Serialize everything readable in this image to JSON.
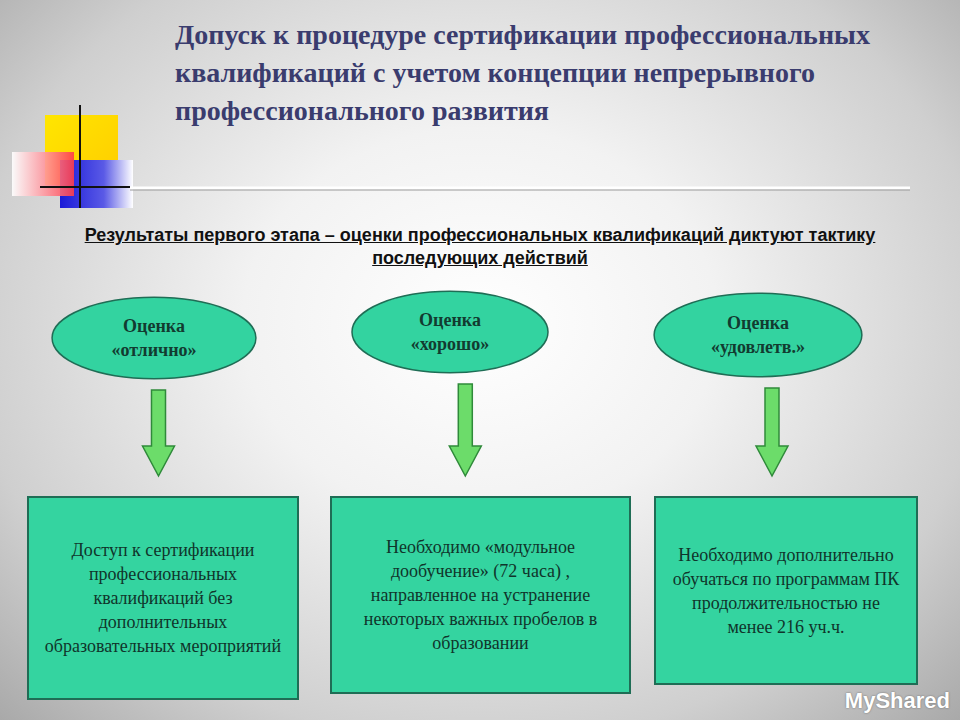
{
  "diagram": {
    "title": "Допуск к процедуре сертификации профессиональных квалификаций с учетом концепции непрерывного профессионального развития",
    "nodes": [
      {
        "text": [
          "Оценка «отлично»"
        ]
      },
      {
        "text": [
          "Оценка «хорошо»"
        ]
      },
      {
        "text": [
          "Оценка «удовлетв.»"
        ]
      },
      {
        "text": [
          "Доступ к сертификации профессиональных квалификаций без дополнительных образовательных мероприятий"
        ]
      },
      {
        "text": [
          "Необходимо «модульное дообучение» (72 часа) , направленное на устранение некоторых важных пробелов в образовании"
        ]
      },
      {
        "text": [
          "Необходимо дополнительно обучаться по программам ПК продолжительностью не менее 216 уч.ч."
        ]
      }
    ],
    "edges": [
      {
        "from": 0,
        "to": 3,
        "arrow": "to"
      },
      {
        "from": 1,
        "to": 4,
        "arrow": "to"
      },
      {
        "from": 2,
        "to": 5,
        "arrow": "to"
      }
    ],
    "labels": [
      "Результаты первого этапа – оценки профессиональных квалификаций диктуют тактику последующих действий",
      "MyShared"
    ]
  }
}
